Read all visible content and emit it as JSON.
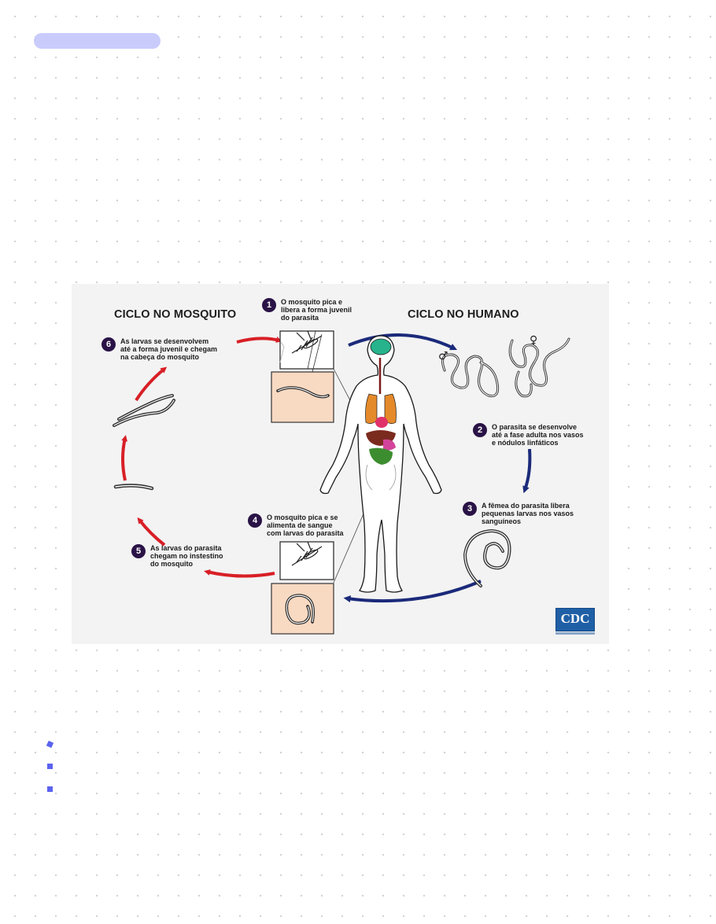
{
  "headings": {
    "mosquito_cycle": "CICLO NO MOSQUITO",
    "human_cycle": "CICLO NO HUMANO"
  },
  "steps": [
    {
      "number": "1",
      "text": "O mosquito pica e\nlibera a forma juvenil\ndo parasita"
    },
    {
      "number": "2",
      "text": "O parasita se desenvolve\naté a fase adulta nos vasos\ne nódulos linfáticos"
    },
    {
      "number": "3",
      "text": "A fêmea do parasita libera\npequenas larvas nos vasos\nsanguíneos"
    },
    {
      "number": "4",
      "text": "O mosquito pica e se\nalimenta de sangue\ncom larvas do parasita"
    },
    {
      "number": "5",
      "text": "As larvas do parasita\nchegam no instestino\ndo mosquito"
    },
    {
      "number": "6",
      "text": "As larvas se desenvolvem\naté a forma juvenil e chegam\nna cabeça do mosquito"
    }
  ],
  "symbols": {
    "male": "♂",
    "female": "♀"
  },
  "logo": {
    "text": "CDC"
  },
  "colors": {
    "accent_pill": "#c9ccfb",
    "mosquito_arrow": "#d81f26",
    "human_arrow": "#1b2a7a",
    "badge": "#2a1346",
    "bullet": "#5b63ef"
  }
}
